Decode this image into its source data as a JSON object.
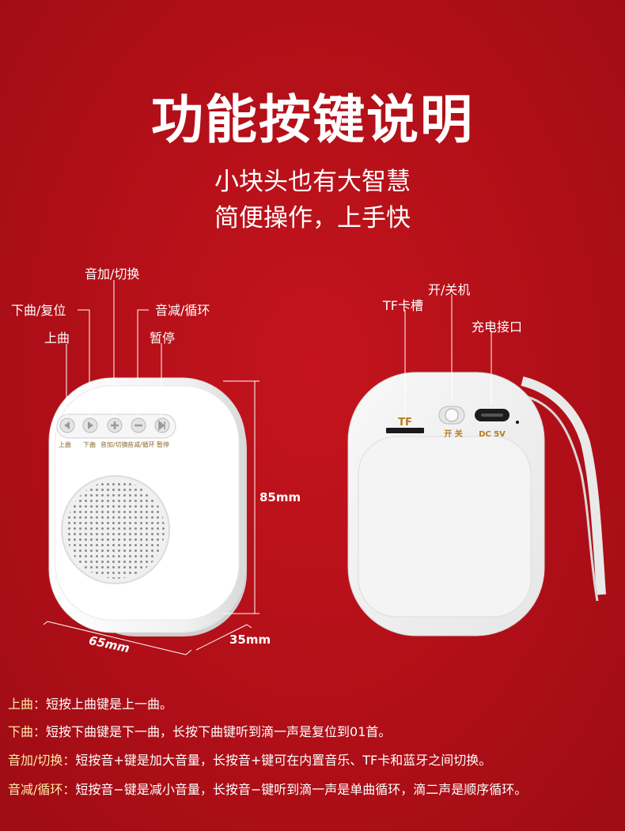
{
  "title": "功能按键说明",
  "subtitle": [
    "小块头也有大智慧",
    "简便操作，上手快"
  ],
  "front": {
    "callouts": {
      "play_switch": "音加/切换",
      "next_reset": "下曲/复位",
      "vol_down_loop": "音减/循环",
      "prev": "上曲",
      "pause": "暂停"
    },
    "button_labels": [
      "上曲",
      "下曲",
      "音加/切换",
      "音减/循环",
      "暂停"
    ],
    "dimensions": {
      "height": "85mm",
      "width": "65mm",
      "depth": "35mm"
    }
  },
  "back": {
    "callouts": {
      "tf": "TF卡槽",
      "power": "开/关机",
      "charge": "充电接口"
    },
    "port_labels": {
      "tf": "TF",
      "switch": "开 关",
      "dc": "DC 5V"
    }
  },
  "descriptions": [
    {
      "key": "上曲：",
      "text": "短按上曲键是上一曲。"
    },
    {
      "key": "下曲：",
      "text": "短按下曲键是下一曲，长按下曲键听到滴一声是复位到01首。"
    },
    {
      "key": "音加/切换：",
      "text": "短按音+键是加大音量，长按音+键可在内置音乐、TF卡和蓝牙之间切换。"
    },
    {
      "key": "音减/循环：",
      "text": "短按音−键是减小音量，长按音−键听到滴一声是单曲循环，滴二声是顺序循环。"
    }
  ],
  "colors": {
    "background": "#b10f18",
    "accent": "#ffe9a6",
    "device": "#f4f4f4"
  }
}
